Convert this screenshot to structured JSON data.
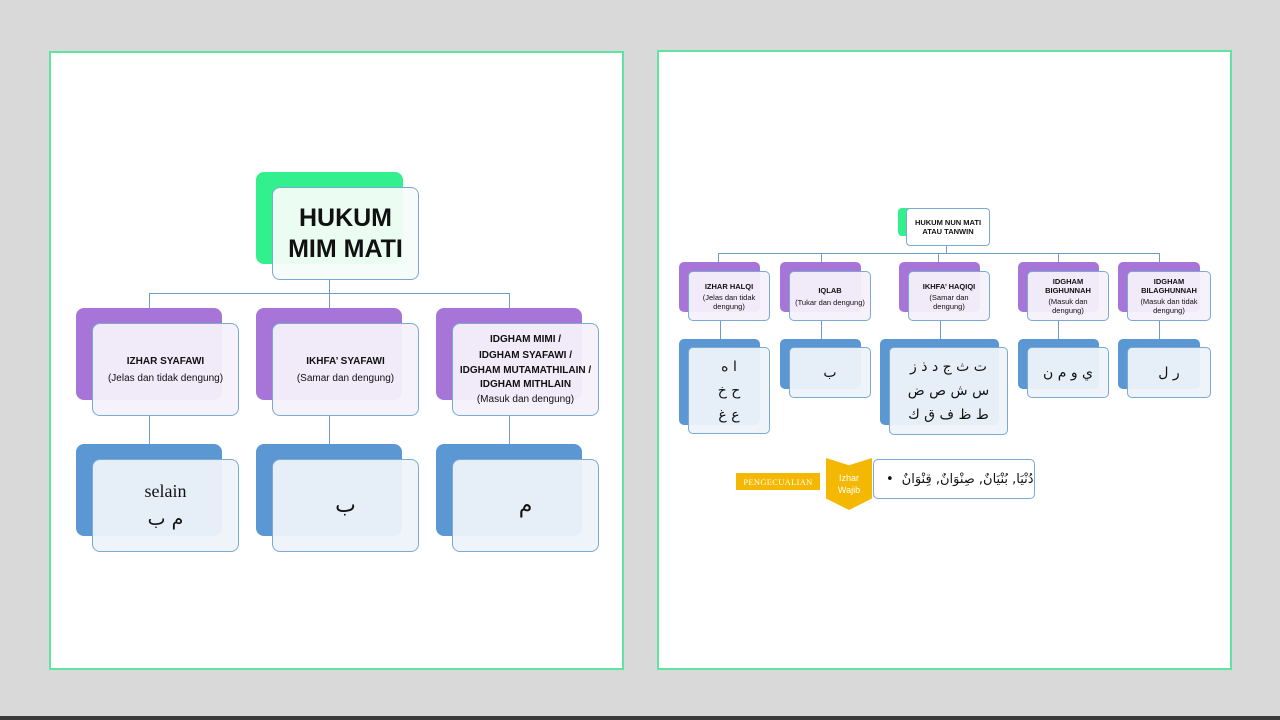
{
  "colors": {
    "panel_border": "#5fe3a1",
    "green_tab": "#33f08e",
    "purple_tab": "#a774d8",
    "blue_tab": "#5b97d3",
    "yellow_tag": "#f5b800"
  },
  "left_diagram": {
    "root": {
      "line1": "HUKUM",
      "line2": "MIM MATI"
    },
    "categories": [
      {
        "title": "IZHAR SYAFAWI",
        "subtitle": "(Jelas dan tidak dengung)",
        "letters_line1": "selain",
        "letters_line2": "م  ب"
      },
      {
        "title": "IKHFA’ SYAFAWI",
        "subtitle": "(Samar dan dengung)",
        "letters_line1": "ب",
        "letters_line2": ""
      },
      {
        "title_line1": "IDGHAM MIMI /",
        "title_line2": "IDGHAM SYAFAWI /",
        "title_line3": "IDGHAM MUTAMATHILAIN /",
        "title_line4": "IDGHAM MITHLAIN",
        "subtitle": "(Masuk dan dengung)",
        "letters_line1": "م",
        "letters_line2": ""
      }
    ]
  },
  "right_diagram": {
    "root": {
      "line1": "HUKUM NUN MATI",
      "line2": "ATAU TANWIN"
    },
    "categories": [
      {
        "title": "IZHAR HALQI",
        "sub1": "(Jelas dan tidak",
        "sub2": "dengung)",
        "letters": [
          "ا ه",
          "ح خ",
          "ع غ"
        ]
      },
      {
        "title": "IQLAB",
        "sub1": "(Tukar dan dengung)",
        "sub2": "",
        "letters": [
          "ب"
        ]
      },
      {
        "title": "IKHFA’ HAQIQI",
        "sub1": "(Samar dan",
        "sub2": "dengung)",
        "letters": [
          "ت ث ج د ذ ز",
          "س ش ص ض",
          "ط ظ ف ق ك"
        ]
      },
      {
        "title1": "IDGHAM",
        "title2": "BIGHUNNAH",
        "sub1": "(Masuk dan",
        "sub2": "dengung)",
        "letters": [
          "ي و م ن"
        ]
      },
      {
        "title1": "IDGHAM",
        "title2": "BILAGHUNNAH",
        "sub1": "(Masuk dan tidak",
        "sub2": "dengung)",
        "letters": [
          "ر ل"
        ]
      }
    ],
    "exception": {
      "label": "PENGECUALIAN",
      "chevron_line1": "Izhar",
      "chevron_line2": "Wajib",
      "bullet": "•",
      "words": "دُنْيَا, بُنْيَانٌ, صِنْوَانٌ, قِنْوَانٌ"
    }
  }
}
